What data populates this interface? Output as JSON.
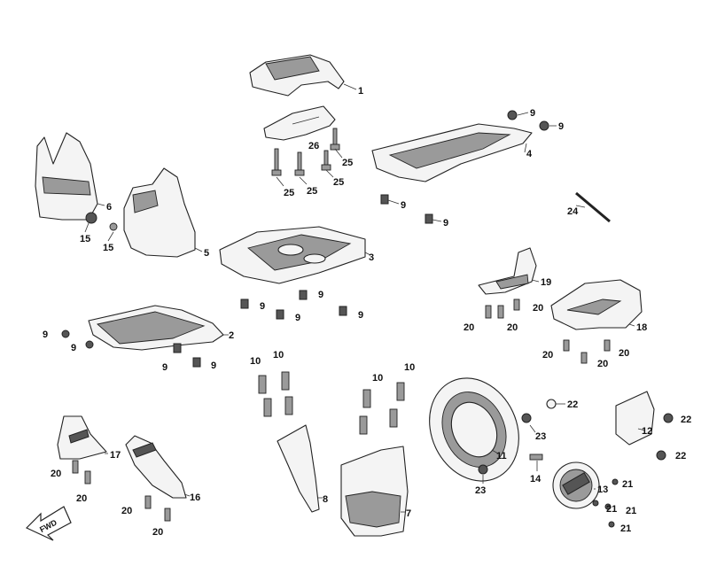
{
  "diagram": {
    "forward_arrow_label": "FWD",
    "callouts": {
      "c1": "1",
      "c2": "2",
      "c3": "3",
      "c4": "4",
      "c5": "5",
      "c6": "6",
      "c7": "7",
      "c8": "8",
      "c9": "9",
      "c11": "11",
      "c12": "12",
      "c13": "13",
      "c14": "14",
      "c15": "15",
      "c16": "16",
      "c17": "17",
      "c18": "18",
      "c19": "19",
      "c20": "20",
      "c21": "21",
      "c22": "22",
      "c23": "23",
      "c24": "24",
      "c25": "25",
      "c26": "26",
      "c10": "10"
    }
  }
}
